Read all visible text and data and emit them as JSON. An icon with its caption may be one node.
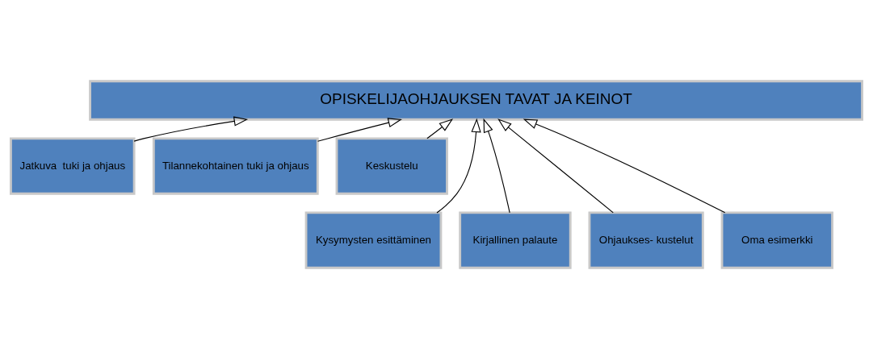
{
  "diagram": {
    "nodes": [
      {
        "text": [
          "OPISKELIJAOHJAUKSEN TAVAT JA KEINOT"
        ]
      },
      {
        "text": [
          "Jatkuva  tuki ja ohjaus"
        ]
      },
      {
        "text": [
          "Tilannekohtainen tuki ja ohjaus"
        ]
      },
      {
        "text": [
          "Keskustelu"
        ]
      },
      {
        "text": [
          "Kysymysten esittäminen"
        ]
      },
      {
        "text": [
          "Kirjallinen palaute"
        ]
      },
      {
        "text": [
          "Ohjaukses- kustelut"
        ]
      },
      {
        "text": [
          "Oma esimerkki"
        ]
      }
    ],
    "edges": [
      {
        "from": 4,
        "to": 0,
        "arrow": "to"
      },
      {
        "from": 1,
        "to": 0,
        "arrow": "to"
      },
      {
        "from": 5,
        "to": 0,
        "arrow": "to"
      },
      {
        "from": 2,
        "to": 0,
        "arrow": "to"
      },
      {
        "from": 6,
        "to": 0,
        "arrow": "to"
      },
      {
        "from": 3,
        "to": 0,
        "arrow": "to"
      },
      {
        "from": 7,
        "to": 0,
        "arrow": "to"
      }
    ]
  }
}
